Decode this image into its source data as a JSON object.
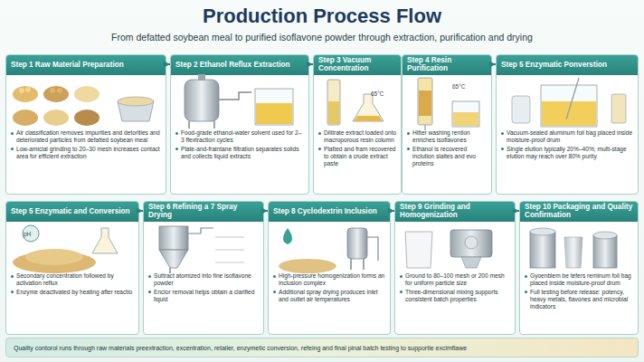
{
  "diagram": {
    "title": "Production Process Flow",
    "nodes": [
      {
        "text": [
          "Step 1 Raw Material Preparation",
          "Air classification removes impurities and detorities and deteriorated particles from defatted soybean meal",
          "Low-amicial grinding to 20–30 mesh increases contact area for efficient extraction"
        ]
      },
      {
        "text": [
          "Step 2 Ethanol Reflux Extraction",
          "Food-grade ethanol-water solvent used for 2–3 ffextraction cycles",
          "Plate-and-fraintane filtration separates solids and collects liquid extracts"
        ]
      },
      {
        "text": [
          "Step 3 Vacuum Concentration",
          "Dilitrate extract loaded onto macroporous resin column",
          "Platted and fram recovered to obtain a crude extract paste"
        ]
      },
      {
        "text": [
          "Step 4 Resin Purification",
          "Hitter washing rention enriches isoflavones",
          "Ethanol is recovered inclution slaltes and evo proteins"
        ]
      },
      {
        "text": [
          "Step 5 Enzymatic Ponverstion",
          "Vacuum-sealed aluminum foil bag placed inside moisture-proof drum",
          "Single elution typically 20%–40%; multi-stage elution may reach over 80% purity"
        ]
      },
      {
        "text": [
          "Step 5 Enzymatic and Conversion",
          "Secondary concentration followed by activation reflux",
          "Enzyme deactivated by heating after reactio"
        ]
      },
      {
        "text": [
          "Step 6 Refining a 7 Spray Drying",
          "Suttract atomized into fine isoflavone powder",
          "Enclor removal helps obtain a clarified liquid"
        ]
      },
      {
        "text": [
          "Step 8 Cyclodextrin Inclusion",
          "High-pressure homogenization forms an inclusion complex",
          "Additional spray drying produces inlet and outlet air temperatures"
        ]
      },
      {
        "text": [
          "Step 9 Grinding and Homogenization",
          "Ground to 80–100 mesh or 200 mesh for uniform particle size",
          "Three-dimensional mixing supports consistent batch properties"
        ]
      },
      {
        "text": [
          "Step 10 Packaging and Quality Confirmation",
          "Gyoenblem be tefers reminum foil bag placed inside moisture-proof drum",
          "Full testing before release: potency, heavy metals, flavones and microbial indicators"
        ]
      },
      {
        "text": [
          "Quality contorol runs through raw materials preextraction, excentration, retailer, enzymetic conversion, refeing and final pinal batch testing to supportie excimflawe"
        ]
      }
    ],
    "edges": [
      {
        "from": 0,
        "to": 1,
        "arrow": "to"
      },
      {
        "from": 1,
        "to": 2,
        "arrow": "to"
      },
      {
        "from": 3,
        "to": 4,
        "arrow": "to"
      },
      {
        "from": 5,
        "to": 6,
        "arrow": "to"
      },
      {
        "from": 6,
        "to": 7,
        "arrow": "to"
      },
      {
        "from": 7,
        "to": 8,
        "arrow": "to"
      },
      {
        "from": 8,
        "to": 9,
        "arrow": "to"
      }
    ],
    "labels": [
      "From defatted soybean meal to purified isoflavone powder through extraction, purification and drying",
      "65°C",
      "65°C",
      "pH"
    ]
  }
}
